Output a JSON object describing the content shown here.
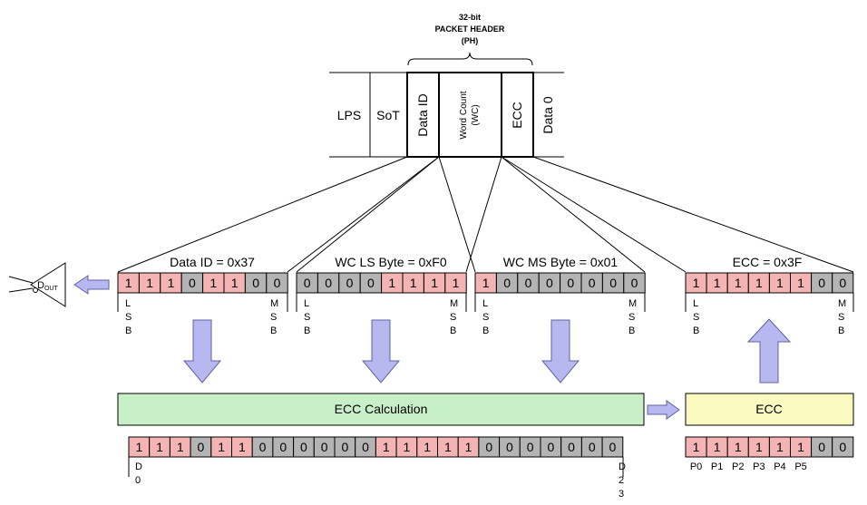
{
  "header": {
    "bracket_title": [
      "32-bit",
      "PACKET HEADER",
      "(PH)"
    ],
    "cells": [
      "LPS",
      "SoT",
      "Data ID",
      "Word Count",
      "(WC)",
      "ECC",
      "Data 0"
    ]
  },
  "bytes": [
    {
      "label": "Data ID = 0x37",
      "bits": [
        1,
        1,
        1,
        0,
        1,
        1,
        0,
        0
      ],
      "lsb": [
        "L",
        "S",
        "B"
      ],
      "msb": [
        "M",
        "S",
        "B"
      ]
    },
    {
      "label": "WC LS Byte = 0xF0",
      "bits": [
        0,
        0,
        0,
        0,
        1,
        1,
        1,
        1
      ],
      "lsb": [
        "L",
        "S",
        "B"
      ],
      "msb": [
        "M",
        "S",
        "B"
      ]
    },
    {
      "label": "WC MS Byte = 0x01",
      "bits": [
        1,
        0,
        0,
        0,
        0,
        0,
        0,
        0
      ],
      "lsb": [
        "L",
        "S",
        "B"
      ],
      "msb": [
        "M",
        "S",
        "B"
      ]
    },
    {
      "label": "ECC = 0x3F",
      "bits": [
        1,
        1,
        1,
        1,
        1,
        1,
        0,
        0
      ],
      "lsb": [
        "L",
        "S",
        "B"
      ],
      "msb": [
        "M",
        "S",
        "B"
      ]
    }
  ],
  "ecc_calc_label": "ECC Calculation",
  "ecc_label": "ECC",
  "combined_bits": [
    1,
    1,
    1,
    0,
    1,
    1,
    0,
    0,
    0,
    0,
    0,
    0,
    1,
    1,
    1,
    1,
    1,
    0,
    0,
    0,
    0,
    0,
    0,
    0
  ],
  "combined_first_label": [
    "D",
    "0"
  ],
  "combined_last_label": [
    "D",
    "2",
    "3"
  ],
  "ecc_out_bits": [
    1,
    1,
    1,
    1,
    1,
    1,
    0,
    0
  ],
  "parity_labels": [
    "P0",
    "P1",
    "P2",
    "P3",
    "P4",
    "P5"
  ],
  "driver": {
    "main": "D",
    "sub": "OUT"
  },
  "colors": {
    "one_fill": "#f4b4b4",
    "zero_fill": "#b4b4b4",
    "calc_fill": "#c8f0c8",
    "ecc_fill": "#fafac0",
    "arrow_fill": "#b8b8f0",
    "arrow_stroke": "#6060a0"
  }
}
